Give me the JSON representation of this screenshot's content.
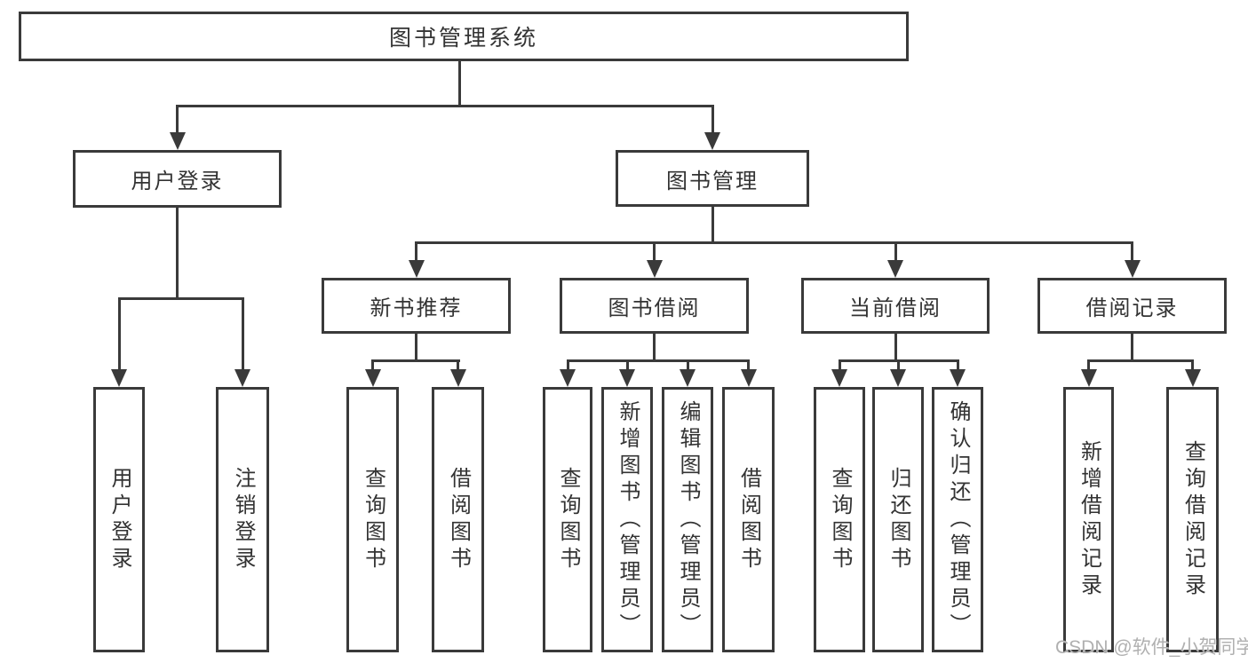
{
  "diagram": {
    "root_label": "图书管理系统",
    "level2": [
      "用户登录",
      "图书管理"
    ],
    "level3": [
      "新书推荐",
      "图书借阅",
      "当前借阅",
      "借阅记录"
    ],
    "leaves_login": [
      "用户登录",
      "注销登录"
    ],
    "leaves_recommend": [
      "查询图书",
      "借阅图书"
    ],
    "leaves_borrow": [
      "查询图书",
      "新增图书（管理员）",
      "编辑图书（管理员）",
      "借阅图书"
    ],
    "leaves_current": [
      "查询图书",
      "归还图书",
      "确认归还（管理员）"
    ],
    "leaves_records": [
      "新增借阅记录",
      "查询借阅记录"
    ]
  },
  "watermark_text": "CSDN @软件_小贺同学",
  "colors": {
    "line": "#3a3a3a",
    "text": "#333333",
    "box_bg": "#ffffff",
    "watermark": "#b0b0b0",
    "background": "#ffffff"
  }
}
